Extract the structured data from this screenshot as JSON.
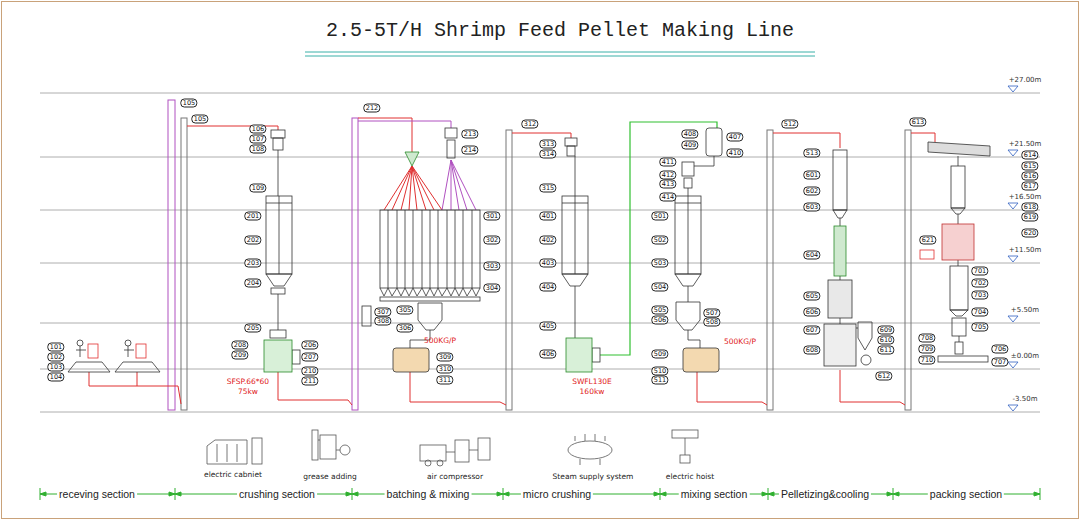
{
  "diagram": {
    "title": "2.5-5T/H Shrimp Feed Pellet Making Line",
    "labels": [
      "+27.00m",
      "+21.50m",
      "+16.50m",
      "+11.50m",
      "+5.50m",
      "±0.00m",
      "-3.50m",
      "101",
      "102",
      "103",
      "104",
      "105",
      "105",
      "106",
      "107",
      "108",
      "109",
      "201",
      "202",
      "203",
      "204",
      "205",
      "208",
      "209",
      "206",
      "207",
      "210",
      "211",
      "212",
      "213",
      "214",
      "301",
      "302",
      "303",
      "304",
      "307",
      "308",
      "305",
      "306",
      "309",
      "310",
      "311",
      "312",
      "313",
      "314",
      "315",
      "401",
      "402",
      "403",
      "404",
      "405",
      "406",
      "408",
      "409",
      "407",
      "410",
      "411",
      "412",
      "413",
      "414",
      "501",
      "502",
      "503",
      "504",
      "505",
      "506",
      "507",
      "508",
      "509",
      "510",
      "511",
      "512",
      "513",
      "601",
      "602",
      "603",
      "604",
      "605",
      "606",
      "607",
      "608",
      "609",
      "610",
      "611",
      "612",
      "613",
      "614",
      "615",
      "616",
      "617",
      "618",
      "619",
      "620",
      "621",
      "701",
      "702",
      "703",
      "704",
      "705",
      "708",
      "709",
      "710",
      "706",
      "707",
      "SFSP.66*60",
      "75kw",
      "500KG/P",
      "SWFL130E",
      "160kw",
      "500KG/P",
      "electric cabniet",
      "grease adding",
      "air compressor",
      "Steam supply system",
      "electric hoist",
      "receving section",
      "crushing section",
      "batching & mixing",
      "micro crushing",
      "mixing section",
      "Pelletizing&cooling",
      "packing section"
    ]
  }
}
